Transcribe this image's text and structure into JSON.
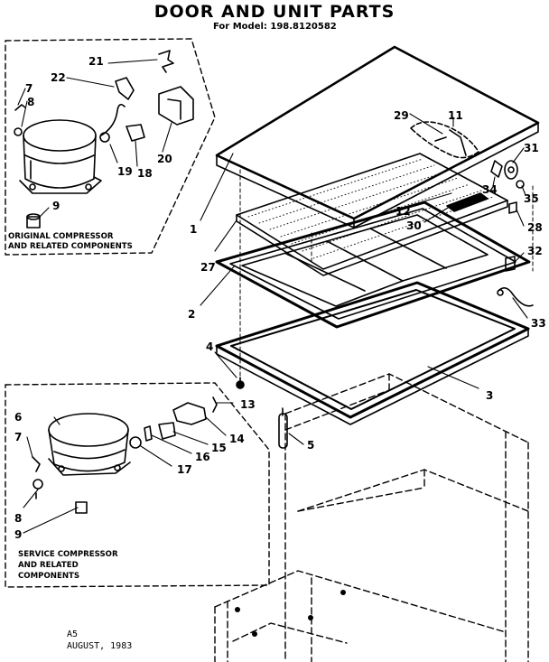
{
  "header": {
    "title": "DOOR AND UNIT PARTS",
    "model_line": "For Model: 198.8120582"
  },
  "boxes": {
    "original": {
      "line1": "ORIGINAL COMPRESSOR",
      "line2": "AND RELATED COMPONENTS"
    },
    "service": {
      "line1": "SERVICE COMPRESSOR",
      "line2": "AND RELATED",
      "line3": "COMPONENTS"
    }
  },
  "callouts": {
    "c1": "1",
    "c2": "2",
    "c3": "3",
    "c4": "4",
    "c5": "5",
    "c6": "6",
    "c7a": "7",
    "c7b": "7",
    "c8a": "8",
    "c8b": "8",
    "c9a": "9",
    "c9b": "9",
    "c11": "11",
    "c12": "12",
    "c13": "13",
    "c14": "14",
    "c15": "15",
    "c16": "16",
    "c17": "17",
    "c18": "18",
    "c19": "19",
    "c20": "20",
    "c21": "21",
    "c22": "22",
    "c27": "27",
    "c28": "28",
    "c29": "29",
    "c30": "30",
    "c31": "31",
    "c32": "32",
    "c33": "33",
    "c34": "34",
    "c35": "35"
  },
  "footer": {
    "code": "A5",
    "date": "AUGUST, 1983"
  }
}
